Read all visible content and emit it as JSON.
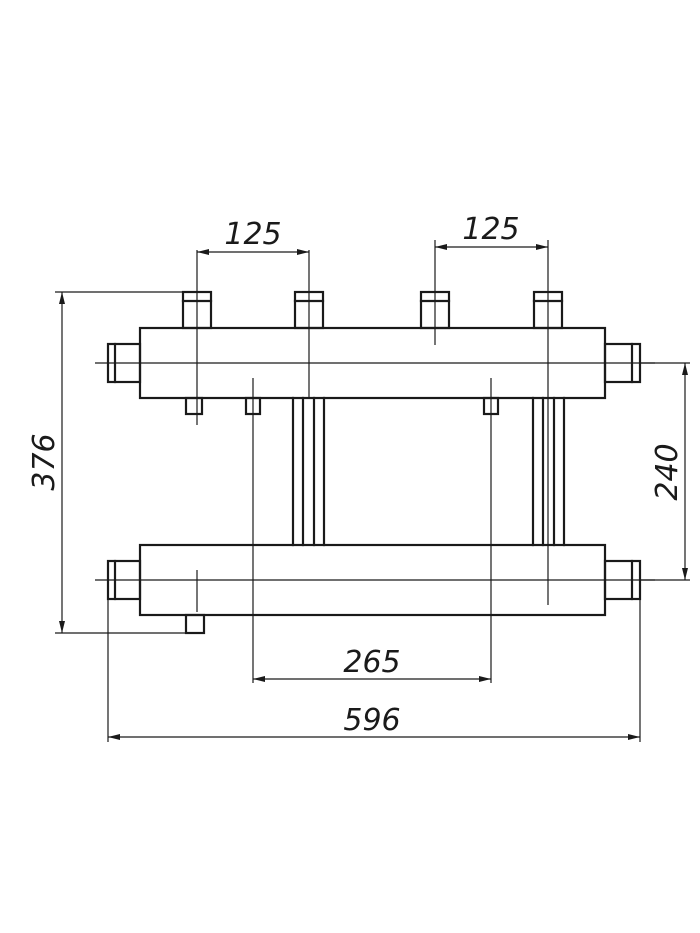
{
  "drawing": {
    "dimensions": {
      "top_left_spacing": "125",
      "top_right_spacing": "125",
      "overall_height": "376",
      "header_spacing": "240",
      "bottom_port_spacing": "265",
      "overall_width": "596"
    },
    "colors": {
      "line": "#1a1a1a",
      "background": "#ffffff"
    }
  }
}
